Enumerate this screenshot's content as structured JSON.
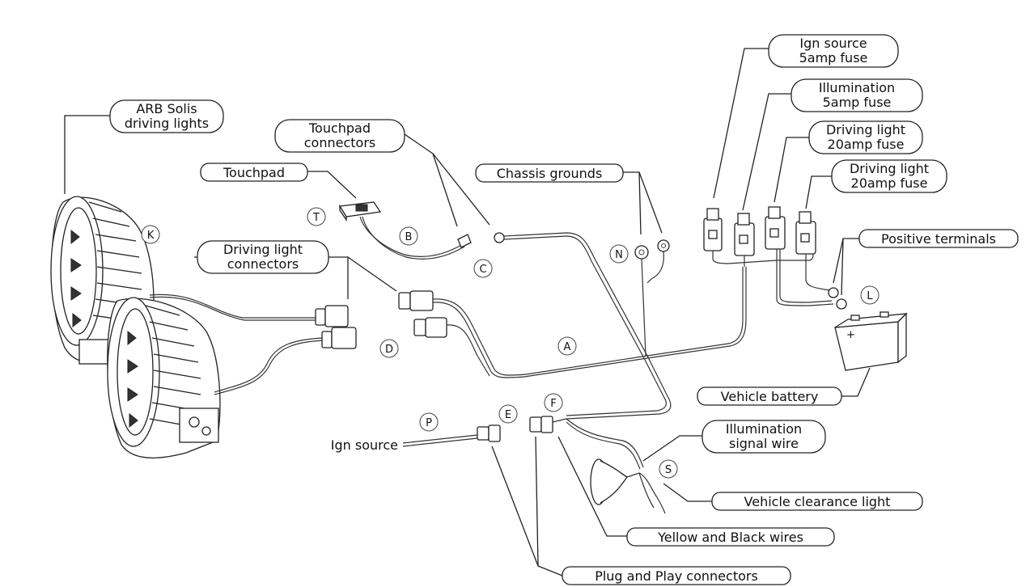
{
  "labels": {
    "arb_lights_1": "ARB Solis",
    "arb_lights_2": "driving lights",
    "touchpad_connectors_1": "Touchpad",
    "touchpad_connectors_2": "connectors",
    "touchpad": "Touchpad",
    "driving_light_connectors_1": "Driving light",
    "driving_light_connectors_2": "connectors",
    "chassis_grounds": "Chassis grounds",
    "ign_fuse_1": "Ign source",
    "ign_fuse_2": "5amp fuse",
    "illum_fuse_1": "Illumination",
    "illum_fuse_2": "5amp fuse",
    "driving_fuse1_1": "Driving light",
    "driving_fuse1_2": "20amp fuse",
    "driving_fuse2_1": "Driving light",
    "driving_fuse2_2": "20amp fuse",
    "positive_terminals": "Positive terminals",
    "vehicle_battery": "Vehicle battery",
    "illum_signal_1": "Illumination",
    "illum_signal_2": "signal wire",
    "vehicle_clearance": "Vehicle clearance light",
    "yellow_black": "Yellow and Black wires",
    "plug_play": "Plug and Play connectors",
    "ign_source": "Ign source"
  },
  "letters": {
    "K": "K",
    "T": "T",
    "B": "B",
    "C": "C",
    "D": "D",
    "A": "A",
    "N": "N",
    "L": "L",
    "P": "P",
    "E": "E",
    "F": "F",
    "S": "S"
  }
}
